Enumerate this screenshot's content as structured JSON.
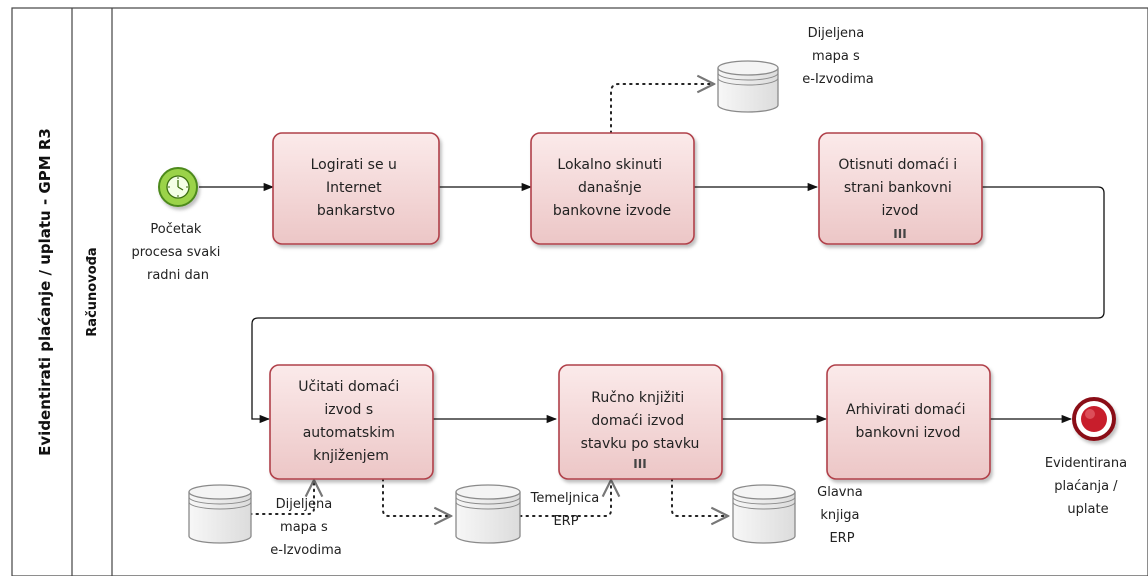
{
  "pool": {
    "title": "Evidentirati plaćanje / uplatu - GPM R3"
  },
  "lane": {
    "title": "Računovođa"
  },
  "colors": {
    "task_fill_top": "#fbeaea",
    "task_fill_bottom": "#ecc6c6",
    "task_stroke": "#b0404a",
    "start_fill": "#9bd34a",
    "end_fill": "#c81e2c",
    "store_fill": "#f4f4f4",
    "store_stroke": "#8a8a8a"
  },
  "start_event": {
    "icon": "timer-icon",
    "label_lines": [
      "Početak",
      "procesa svaki",
      "radni dan"
    ]
  },
  "end_event": {
    "label_lines": [
      "Evidentirana",
      "plaćanja /",
      "uplate"
    ]
  },
  "tasks": [
    {
      "id": "t1",
      "lines": [
        "Logirati se u",
        "Internet",
        "bankarstvo"
      ],
      "multi_instance": false
    },
    {
      "id": "t2",
      "lines": [
        "Lokalno skinuti",
        "današnje",
        "bankovne izvode"
      ],
      "multi_instance": false
    },
    {
      "id": "t3",
      "lines": [
        "Otisnuti domaći i",
        "strani bankovni",
        "izvod"
      ],
      "multi_instance": true
    },
    {
      "id": "t4",
      "lines": [
        "Učitati domaći",
        "izvod s",
        "automatskim",
        "knjiženjem"
      ],
      "multi_instance": false
    },
    {
      "id": "t5",
      "lines": [
        "Ručno knjižiti",
        "domaći izvod",
        "stavku po stavku"
      ],
      "multi_instance": true
    },
    {
      "id": "t6",
      "lines": [
        "Arhivirati domaći",
        "bankovni izvod"
      ],
      "multi_instance": false
    }
  ],
  "data_stores": [
    {
      "id": "ds1",
      "lines": [
        "Dijeljena",
        "mapa s",
        "e-Izvodima"
      ]
    },
    {
      "id": "ds2",
      "lines": [
        "Dijeljena",
        "mapa s",
        "e-Izvodima"
      ]
    },
    {
      "id": "ds3",
      "lines": [
        "Temeljnica",
        "ERP"
      ]
    },
    {
      "id": "ds4",
      "lines": [
        "Glavna",
        "knjiga",
        "ERP"
      ]
    }
  ],
  "multi_instance_marker": "III"
}
